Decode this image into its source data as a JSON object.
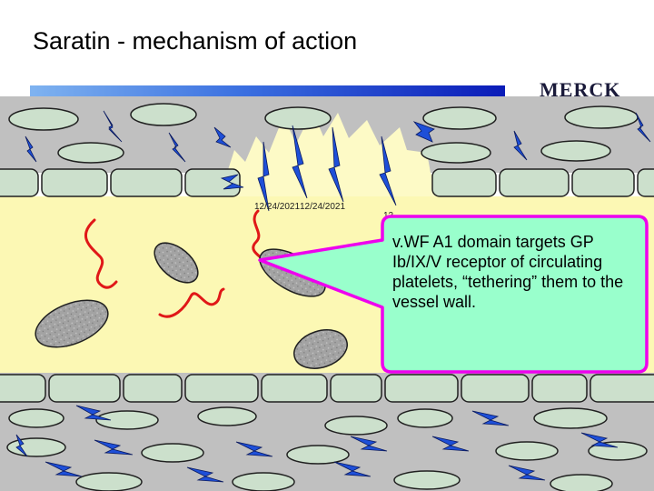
{
  "slide": {
    "title": "Saratin - mechanism of action",
    "logo_text": "MERCK"
  },
  "diagram": {
    "date_labels": [
      "12/24/2021",
      "12/24/2021",
      "12"
    ],
    "callout": "v.WF A1 domain targets GP Ib/IX/V receptor of circulating platelets, “tethering” them to the vessel wall."
  },
  "colors": {
    "tissue": "#c0c0c0",
    "lumen": "#fcf8b4",
    "injury": "#fdfac6",
    "cell": "#cce0cc",
    "lightning": "#1e4fd8",
    "vwf": "#e01818",
    "platelet": "#9a9a9a",
    "callout_fill": "#99ffcc",
    "callout_border": "#ee00ee"
  },
  "icons": [
    "lightning-bolt-icon",
    "platelet-icon",
    "vwf-fiber-icon"
  ]
}
